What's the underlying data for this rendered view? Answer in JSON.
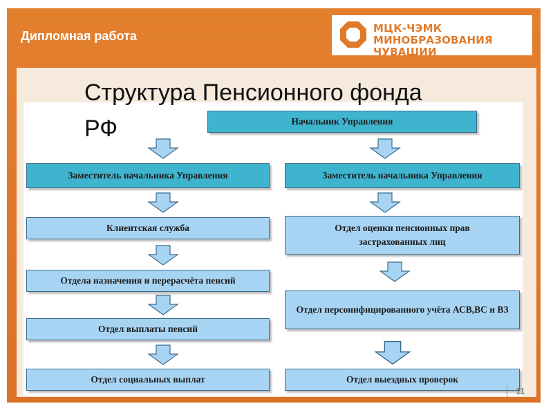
{
  "header": {
    "title": "Дипломная работа",
    "logo_line1": "МЦК-ЧЭМК",
    "logo_line2": "МИНОБРАЗОВАНИЯ ЧУВАШИИ"
  },
  "slide": {
    "title": "Структура Пенсионного фонда РФ",
    "page_number": "11"
  },
  "diagram": {
    "top_box": "Начальник Управления",
    "left_column": [
      "Заместитель начальника Управления",
      "Клиентская служба",
      "Отдела назначения и перерасчёта пенсий",
      "Отдел выплаты пенсий",
      "Отдел социальных выплат"
    ],
    "right_column": [
      "Заместитель начальника Управления",
      "Отдел оценки пенсионных прав застрахованных лиц",
      "Отдел персонифицированного учёта АСВ,ВС и ВЗ",
      "Отдел выездных проверок"
    ]
  },
  "colors": {
    "frame": "#e07a2b",
    "teal_box": "#3fb4cf",
    "light_box": "#a8d4f3",
    "arrow": "#a8d4f3"
  }
}
